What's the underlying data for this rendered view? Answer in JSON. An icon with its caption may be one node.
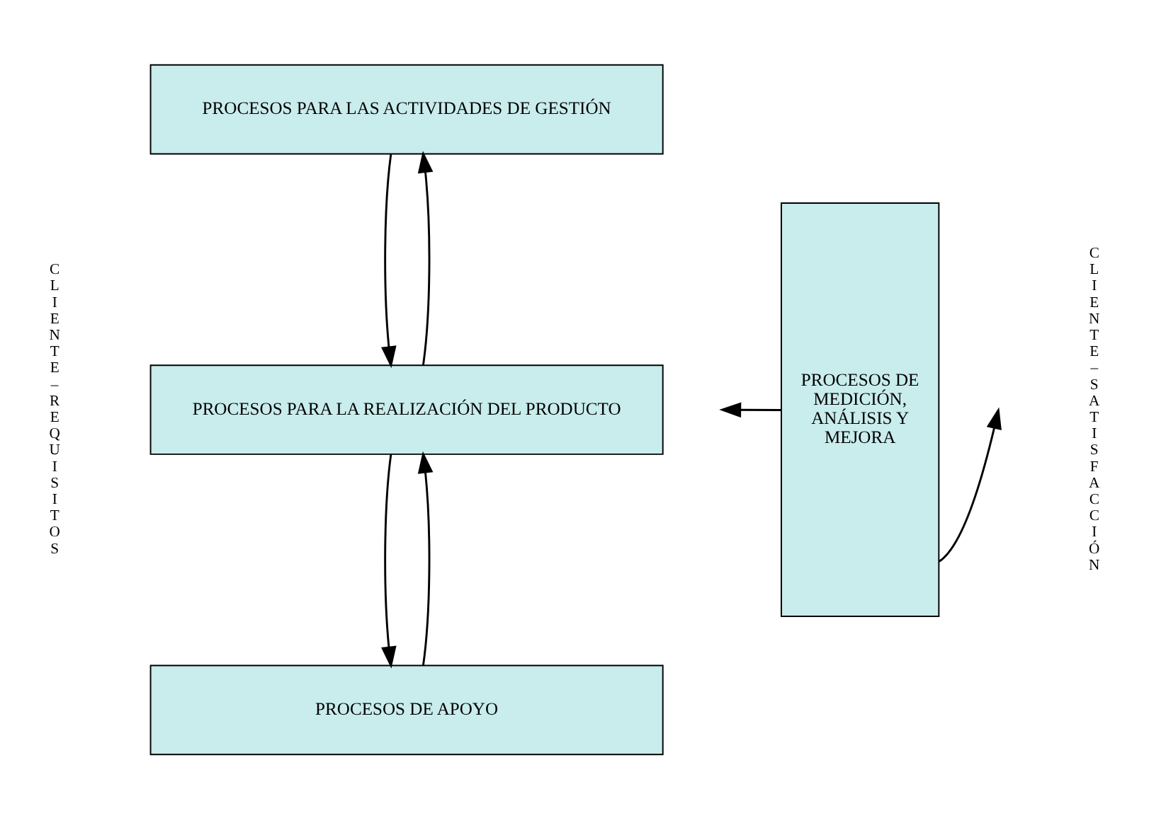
{
  "diagram": {
    "nodes": [
      {
        "text": [
          "PROCESOS PARA LAS ACTIVIDADES DE GESTIÓN"
        ]
      },
      {
        "text": [
          "PROCESOS PARA LA REALIZACIÓN DEL PRODUCTO"
        ]
      },
      {
        "text": [
          "PROCESOS DE APOYO"
        ]
      },
      {
        "text": [
          "PROCESOS DE MEDICIÓN, ANÁLISIS Y MEJORA"
        ]
      }
    ],
    "edges": [
      {
        "from": 0,
        "to": 1,
        "arrow": "to"
      },
      {
        "from": 1,
        "to": 0,
        "arrow": "to"
      },
      {
        "from": 1,
        "to": 2,
        "arrow": "to"
      },
      {
        "from": 2,
        "to": 1,
        "arrow": "to"
      },
      {
        "from": 3,
        "to": null,
        "arrow": "to"
      },
      {
        "from": 3,
        "to": null,
        "arrow": "to"
      }
    ],
    "labels": [
      "CLIENTE–REQUISITOS",
      "CLIENTE–SATISFACCIÓN"
    ]
  }
}
